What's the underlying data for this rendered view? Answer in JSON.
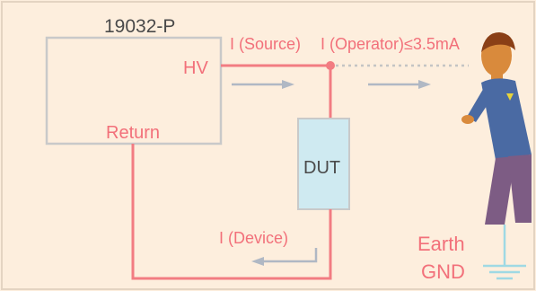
{
  "labels": {
    "model": "19032-P",
    "hv": "HV",
    "return": "Return",
    "source_current": "I (Source)",
    "operator_current": "I (Operator)≤3.5mA",
    "dut": "DUT",
    "device_current": "I (Device)",
    "earth": "Earth",
    "gnd": "GND"
  },
  "colors": {
    "background": "#fdeedd",
    "frame": "#c9c9c9",
    "wire": "#f27c82",
    "label_text": "#f2707a",
    "dark_text": "#4a4a4a",
    "arrow": "#b0b8c4",
    "dut_fill": "#cfeaf1",
    "ground": "#9fd9e4",
    "operator_shirt": "#4a6aa3",
    "operator_pants": "#7d5c84",
    "operator_skin": "#d98a3c",
    "operator_hair": "#8a3f16"
  },
  "icons": {
    "operator": "person-figure-icon",
    "ground": "earth-ground-icon"
  }
}
